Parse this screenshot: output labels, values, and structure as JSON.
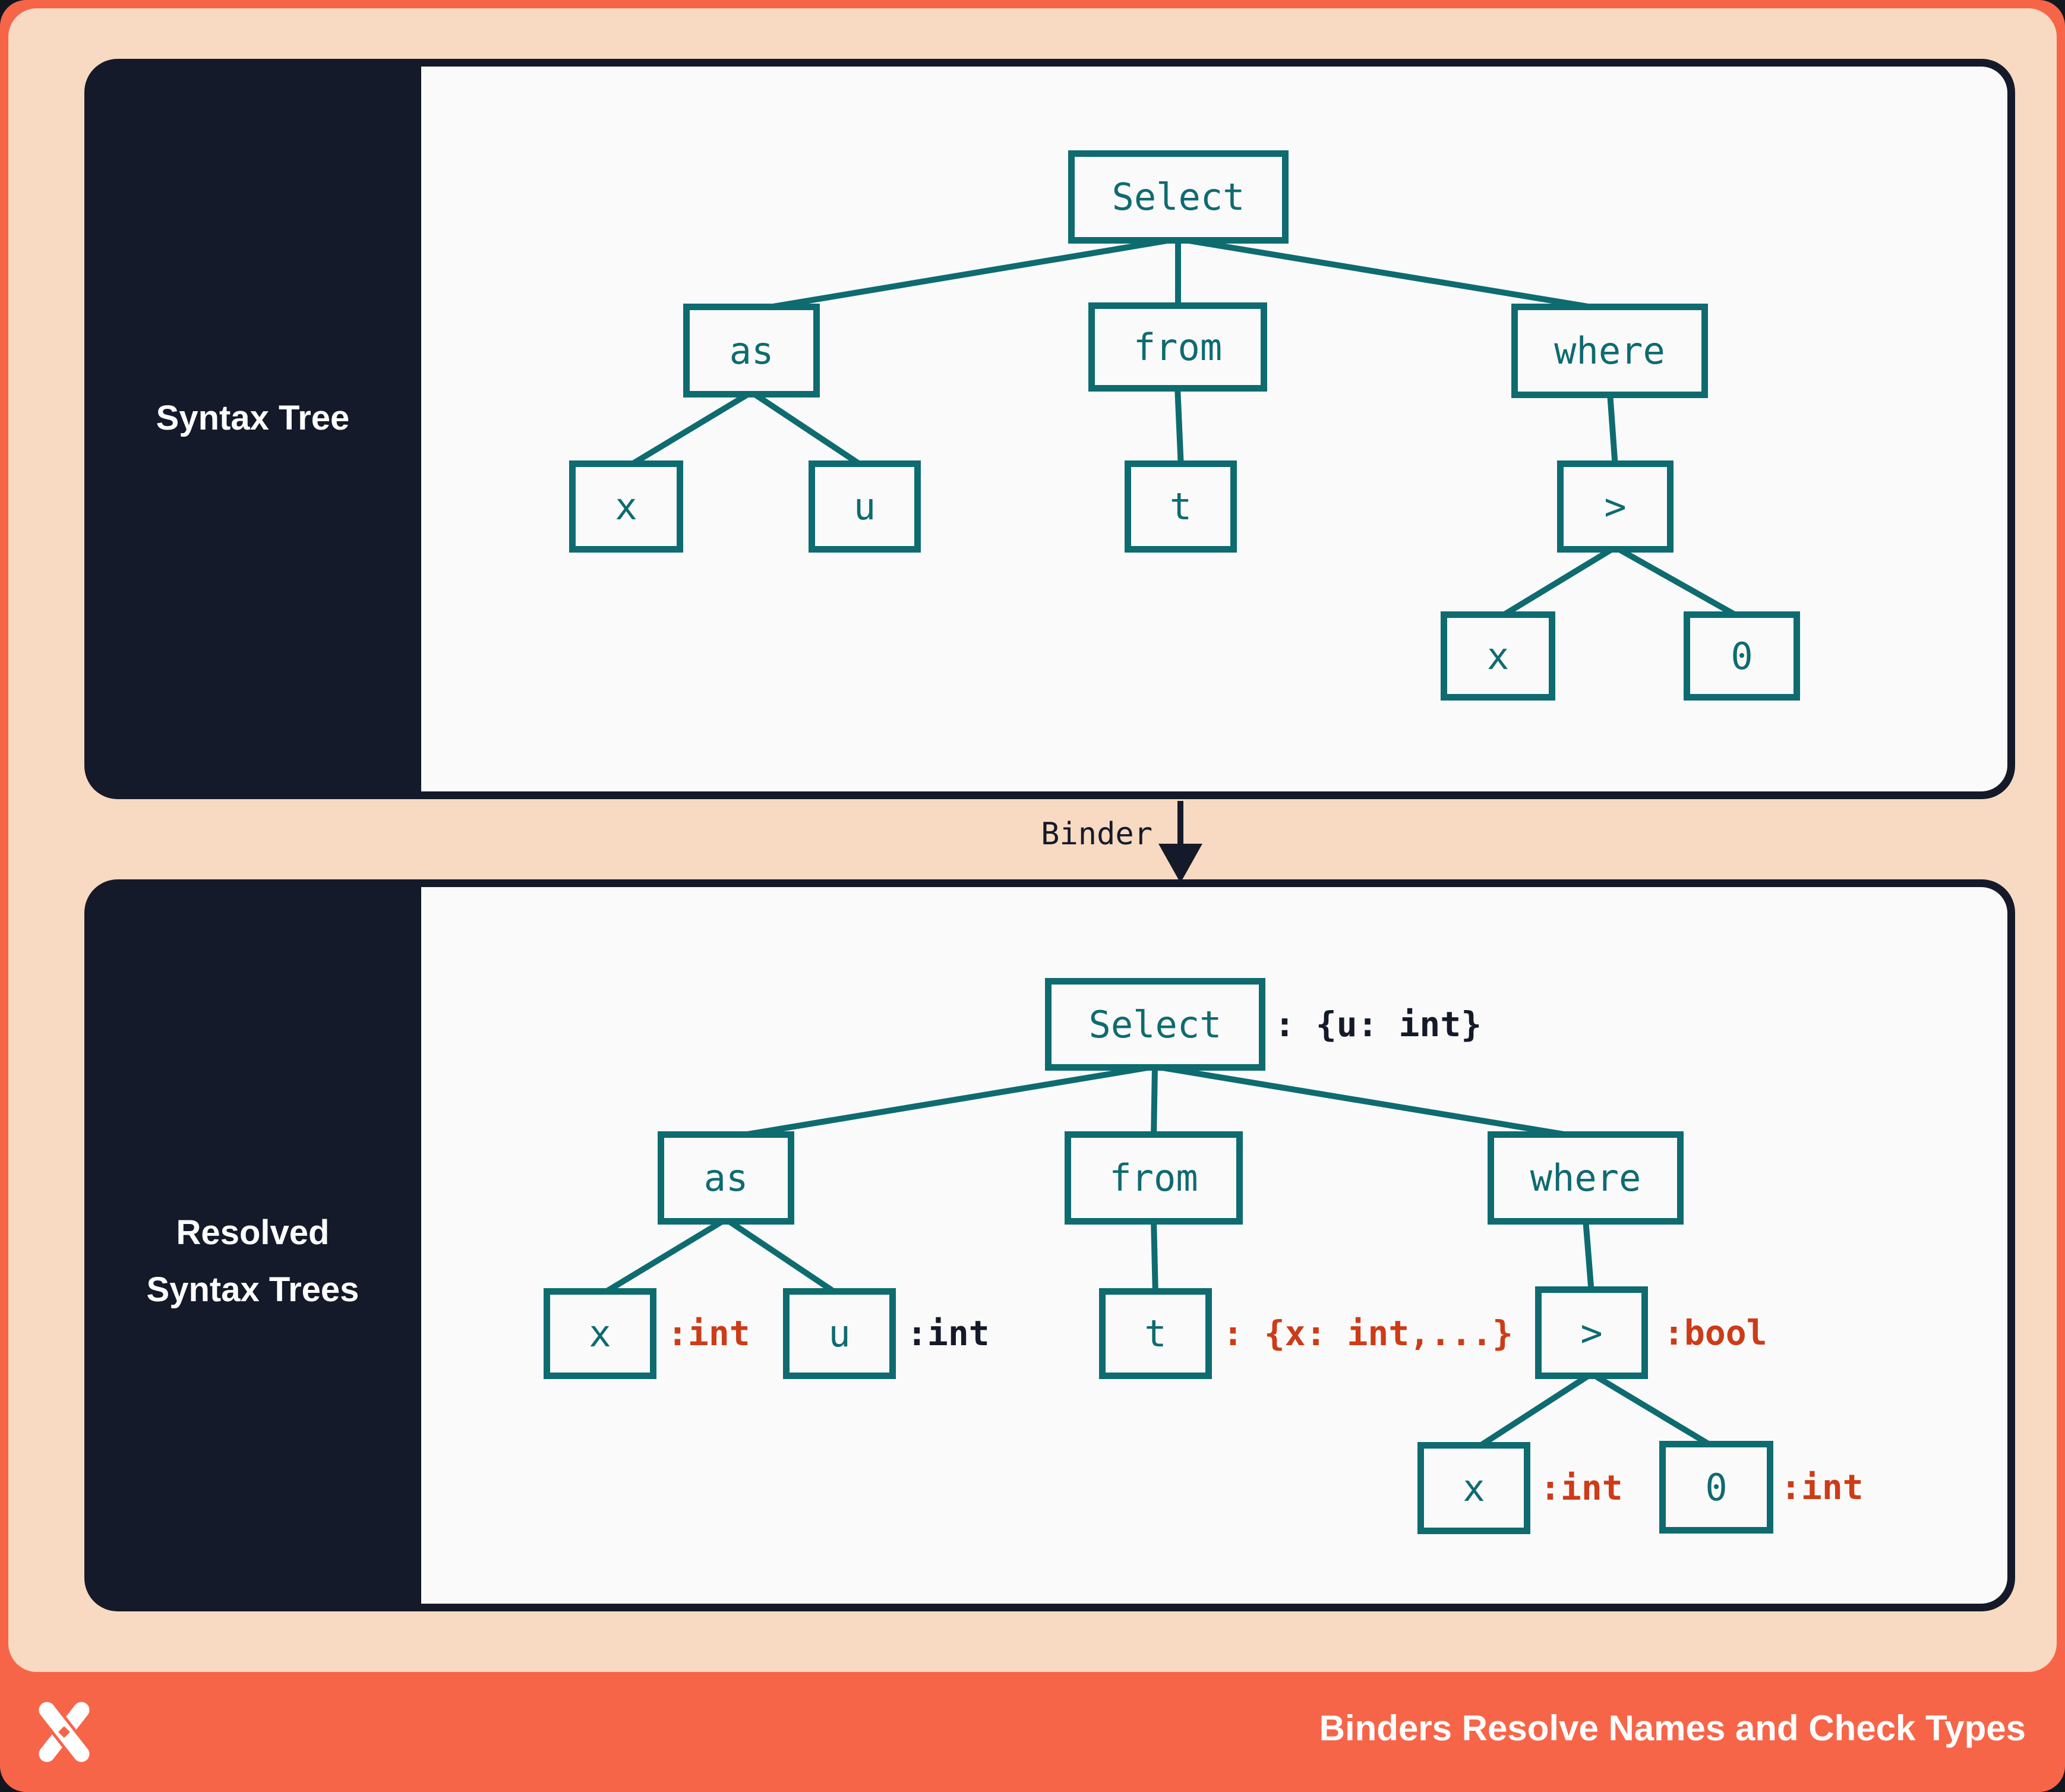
{
  "panels": {
    "syntax": {
      "label": "Syntax Tree"
    },
    "resolved": {
      "label_line1": "Resolved",
      "label_line2": "Syntax Trees"
    }
  },
  "binder": {
    "label": "Binder"
  },
  "footer": {
    "caption": "Binders Resolve Names and Check Types",
    "logo_icon": "x-mark-logo"
  },
  "colors": {
    "accent_orange": "#f76549",
    "peach": "#f8d9c1",
    "navy": "#141a29",
    "teal": "#0e6b70",
    "type_red": "#cd3b17",
    "panel_white": "#fafafa"
  },
  "trees": {
    "syntax": {
      "nodes": {
        "select": "Select",
        "as": "as",
        "from": "from",
        "where": "where",
        "x_left": "x",
        "u": "u",
        "t": "t",
        "gt": ">",
        "x_right": "x",
        "zero": "0"
      }
    },
    "resolved": {
      "nodes": {
        "select": "Select",
        "as": "as",
        "from": "from",
        "where": "where",
        "x_left": "x",
        "u": "u",
        "t": "t",
        "gt": ">",
        "x_right": "x",
        "zero": "0"
      },
      "annotations": {
        "select": ": {u: int}",
        "x_left": ":int",
        "u": ":int",
        "t": ": {x: int,...}",
        "gt": ":bool",
        "x_right": ":int",
        "zero": ":int"
      }
    }
  }
}
